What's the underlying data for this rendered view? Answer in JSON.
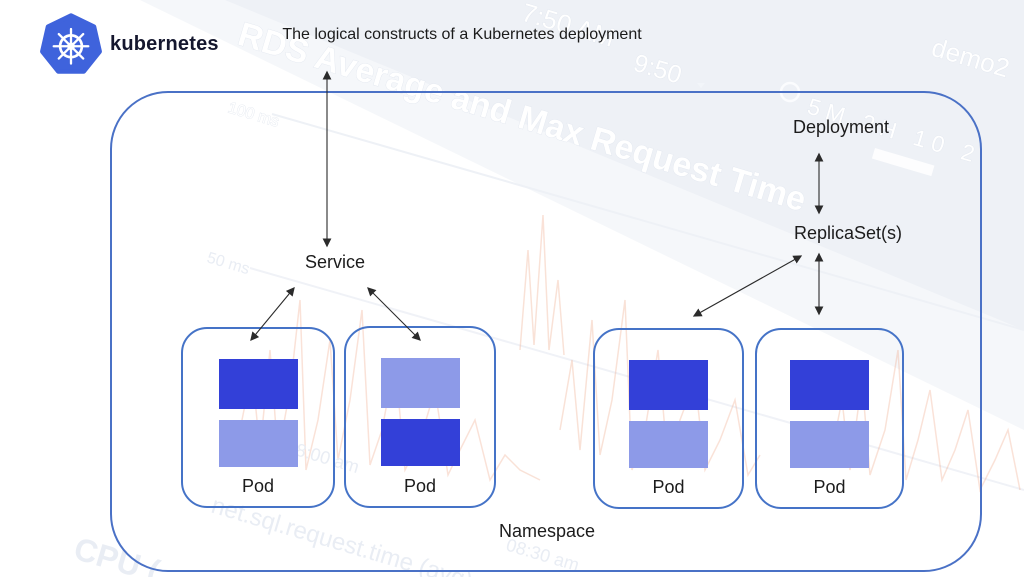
{
  "page": {
    "title": "The logical constructs of a Kubernetes deployment"
  },
  "logo": {
    "brand": "kubernetes"
  },
  "diagram": {
    "namespace_label": "Namespace",
    "service_label": "Service",
    "deployment_label": "Deployment",
    "replicaset_label": "ReplicaSet(s)",
    "pods": [
      {
        "label": "Pod",
        "containers": [
          "dark",
          "light"
        ]
      },
      {
        "label": "Pod",
        "containers": [
          "light",
          "dark"
        ]
      },
      {
        "label": "Pod",
        "containers": [
          "dark",
          "light"
        ]
      },
      {
        "label": "Pod",
        "containers": [
          "dark",
          "light"
        ]
      }
    ]
  },
  "colors": {
    "border_blue": "#4A71C6",
    "container_dark": "#3340D8",
    "container_light": "#8D9AE8",
    "logo_blue": "#3F63DC",
    "arrow": "#2B2B2B"
  },
  "watermark": {
    "rds_title": "RDS Average and Max Request Time",
    "time_start": "7:50 AM",
    "time_end": "9:50",
    "env": "demo2",
    "range_buttons": "5M 2H 10 2",
    "tick_100": "100 ms",
    "tick_50": "50 ms",
    "tick_0800": "08:00 am",
    "tick_0830": "08:30 am",
    "metric": "net.sql.request.time (avg)",
    "cpu_label": "CPU ("
  }
}
